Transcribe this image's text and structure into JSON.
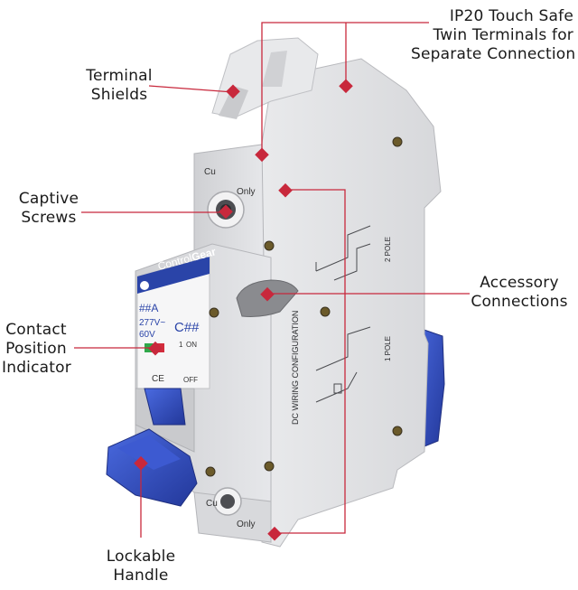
{
  "callouts": {
    "terminal_shields": [
      "Terminal",
      "Shields"
    ],
    "ip20": [
      "IP20 Touch Safe",
      "Twin Terminals for",
      "Separate Connection"
    ],
    "captive_screws": [
      "Captive",
      "Screws"
    ],
    "accessory": [
      "Accessory",
      "Connections"
    ],
    "contact_position": [
      "Contact",
      "Position",
      "Indicator"
    ],
    "lockable_handle": [
      "Lockable",
      "Handle"
    ]
  },
  "device": {
    "brand_prefix": "Control",
    "brand_suffix": "Gear",
    "rating": "##A",
    "curve": "C##",
    "voltage_ac": "277V~",
    "voltage_dc": "60V",
    "ce_mark": "CE",
    "cu_top": "Cu",
    "only_top": "Only",
    "cu_bottom": "Cu",
    "only_bottom": "Only",
    "on": "ON",
    "off": "OFF",
    "terminal_number": "1",
    "dc_wiring": "DC WIRING CONFIGURATION",
    "two_pole": "2 POLE",
    "one_pole": "1 POLE"
  },
  "colors": {
    "leader": "#c8283c",
    "marker": "#c8283c",
    "body": "#dcdde0",
    "handle": "#2f4fc4",
    "label_blue": "#2a44a8"
  }
}
